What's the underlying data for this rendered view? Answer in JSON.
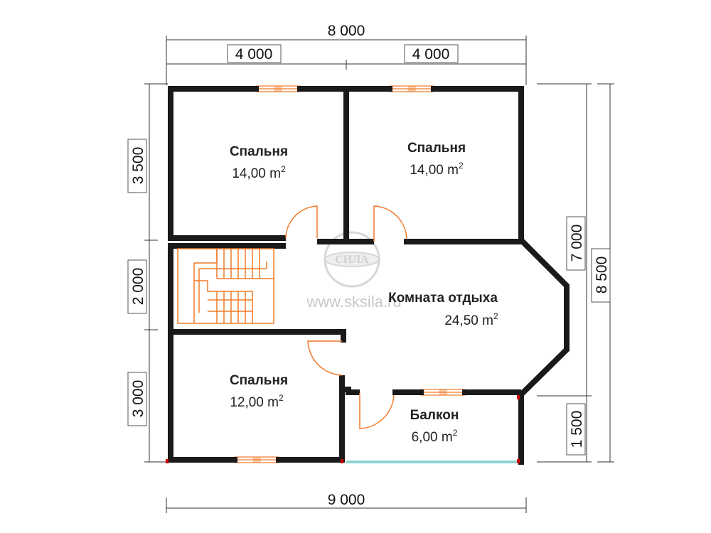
{
  "dimensions": {
    "top_total": "8 000",
    "top_left": "4 000",
    "top_right": "4 000",
    "bottom_total": "9 000",
    "left_top": "3 500",
    "left_middle": "2 000",
    "left_bottom": "3 000",
    "right_upper": "7 000",
    "right_lower": "1 500",
    "right_total": "8 500"
  },
  "rooms": [
    {
      "name": "Спальня",
      "area": "14,00 m",
      "sup": "2"
    },
    {
      "name": "Спальня",
      "area": "14,00 m",
      "sup": "2"
    },
    {
      "name": "Комната отдыха",
      "area": "24,50 m",
      "sup": "2"
    },
    {
      "name": "Спальня",
      "area": "12,00 m",
      "sup": "2"
    },
    {
      "name": "Балкон",
      "area": "6,00 m",
      "sup": "2"
    }
  ],
  "watermark": {
    "url": "www.sksila.ru",
    "logo": "СИЛА"
  },
  "colors": {
    "wall": "#1a1a1a",
    "door_window": "#f07a28",
    "balcony_rail": "#8fd3d3",
    "dimension_line": "#333333",
    "corner_mark": "#d00000"
  }
}
